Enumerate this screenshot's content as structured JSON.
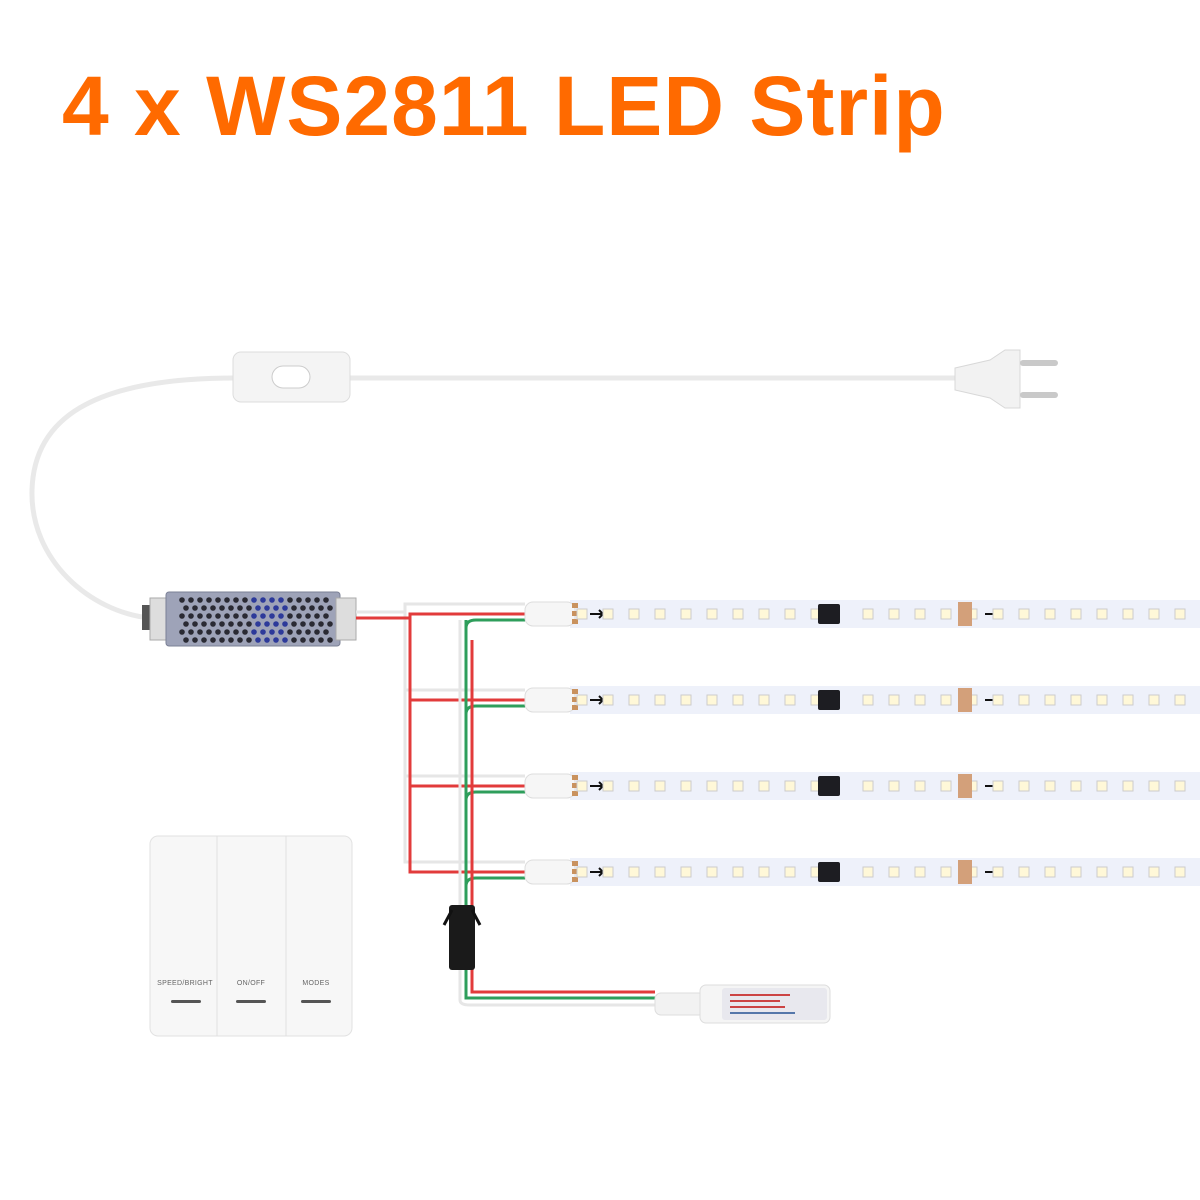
{
  "title": "4 x WS2811 LED Strip",
  "colors": {
    "title": "#FF6A00",
    "wire_red": "#E23B3B",
    "wire_green": "#2E9E5B",
    "wire_white": "#E6E6E6"
  },
  "wall_switch": {
    "buttons": [
      {
        "label": "SPEED/BRIGHT"
      },
      {
        "label": "ON/OFF"
      },
      {
        "label": "MODES"
      }
    ]
  },
  "strips": [
    {
      "id": 1
    },
    {
      "id": 2
    },
    {
      "id": 3
    },
    {
      "id": 4
    }
  ]
}
